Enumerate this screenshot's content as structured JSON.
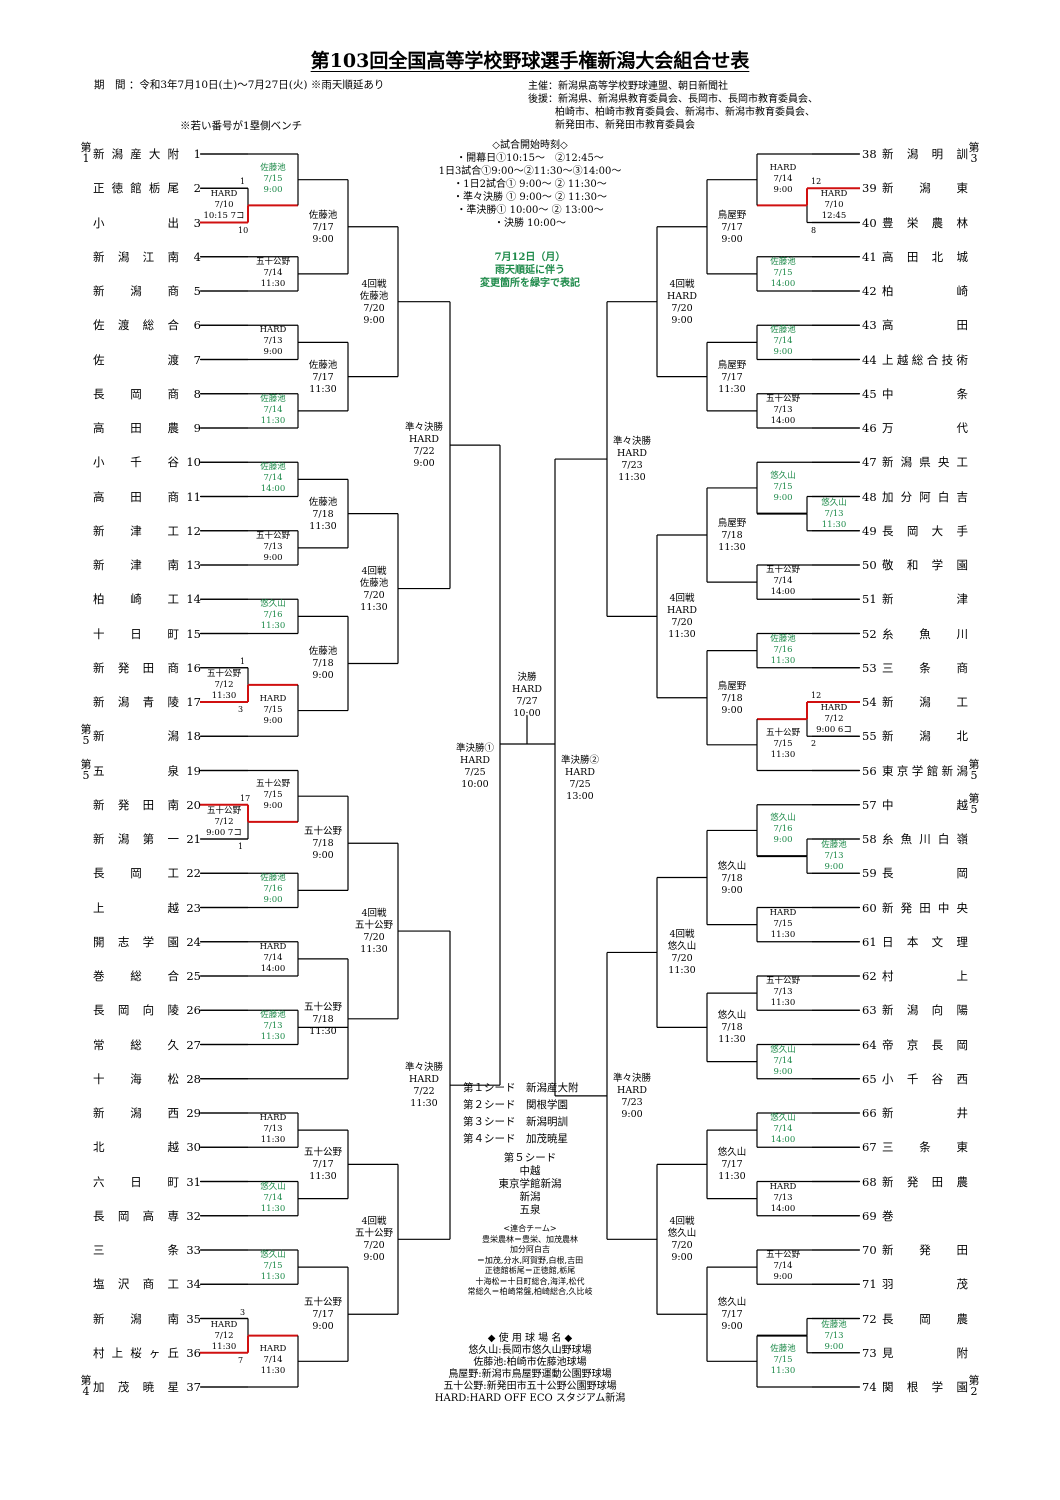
{
  "title": "第103回全国高等学校野球選手権新潟大会組合せ表",
  "period": "期　間 ：令和3年7月10日(土)～7月27日(火)  ※雨天順延あり",
  "bench_note": "※若い番号が1塁側ベンチ",
  "organizers": [
    "主催：新潟県高等学校野球連盟、朝日新聞社",
    "後援：新潟県、新潟県教育委員会、長岡市、長岡市教育委員会、",
    "柏崎市、柏崎市教育委員会、新潟市、新潟市教育委員会、",
    "新発田市、新発田市教育委員会"
  ],
  "start_times": {
    "heading": "◇試合開始時刻◇",
    "lines": [
      "・開幕日①10:15～　②12:45～",
      "1日3試合①9:00～②11:30～③14:00～",
      "・1日2試合①  9:00～ ②  11:30～",
      "・準々決勝 ①  9:00～ ② 11:30～",
      "・準決勝①  10:00～ ②  13:00～",
      "・決勝   10:00～"
    ]
  },
  "notice": [
    "7月12日（月）",
    "雨天順延に伴う",
    "変更箇所を緑字で表記"
  ],
  "colors": {
    "green": "#1e8a4a",
    "red": "#d01010",
    "line": "#000000"
  },
  "left_teams": [
    "新潟産大附",
    "正徳館栃尾",
    "小出",
    "新潟江南",
    "新潟商",
    "佐渡総合",
    "佐渡",
    "長岡商",
    "高田農",
    "小千谷",
    "高田商",
    "新津工",
    "新津南",
    "柏崎工",
    "十日町",
    "新発田商",
    "新潟青陵",
    "新潟",
    "五泉",
    "新発田南",
    "新潟第一",
    "長岡工",
    "上越",
    "開志学園",
    "巻総合",
    "長岡向陵",
    "常総久",
    "十海松",
    "新潟西",
    "北越",
    "六日町",
    "長岡高専",
    "三条",
    "塩沢商工",
    "新潟南",
    "村上桜ヶ丘",
    "加茂暁星"
  ],
  "right_teams": [
    "新潟明訓",
    "新潟東",
    "豊栄農林",
    "高田北城",
    "柏崎",
    "高田",
    "上越総合技術",
    "中条",
    "万代",
    "新潟県央工",
    "加分阿白吉",
    "長岡大手",
    "敬和学園",
    "新津",
    "糸魚川",
    "三条商",
    "新潟工",
    "新潟北",
    "東京学館新潟",
    "中越",
    "糸魚川白嶺",
    "長岡",
    "新発田中央",
    "日本文理",
    "村上",
    "新潟向陽",
    "帝京長岡",
    "小千谷西",
    "新井",
    "三条東",
    "新発田農",
    "巻",
    "新発田",
    "羽茂",
    "長岡農",
    "見附",
    "関根学園"
  ],
  "seeds": {
    "left": [
      {
        "team": 1,
        "label": "第1"
      },
      {
        "team": 18,
        "label": "第5"
      },
      {
        "team": 19,
        "label": "第5"
      },
      {
        "team": 37,
        "label": "第4"
      }
    ],
    "right": [
      {
        "team": 38,
        "label": "第3"
      },
      {
        "team": 56,
        "label": "第5"
      },
      {
        "team": 57,
        "label": "第5"
      },
      {
        "team": 74,
        "label": "第2"
      }
    ]
  },
  "left_r1": [
    {
      "a": 2,
      "b": 3,
      "lines": [
        "HARD",
        "7/10",
        "10:15 7コ"
      ],
      "g": false,
      "sa": "1",
      "sb": "10",
      "win": "b"
    },
    {
      "a": 16,
      "b": 17,
      "lines": [
        "五十公野",
        "7/12",
        "11:30"
      ],
      "g": false,
      "sa": "1",
      "sb": "3",
      "win": "b"
    },
    {
      "a": 20,
      "b": 21,
      "lines": [
        "五十公野",
        "7/12",
        "9:00 7コ"
      ],
      "g": false,
      "sa": "17",
      "sb": "1",
      "win": "a"
    },
    {
      "a": 35,
      "b": 36,
      "lines": [
        "HARD",
        "7/12",
        "11:30"
      ],
      "g": false,
      "sa": "3",
      "sb": "7",
      "win": "b"
    }
  ],
  "right_r1": [
    {
      "a": 39,
      "b": 40,
      "lines": [
        "HARD",
        "7/10",
        "12:45"
      ],
      "g": false,
      "sa": "12",
      "sb": "8",
      "win": "a"
    },
    {
      "a": 48,
      "b": 49,
      "lines": [
        "悠久山",
        "7/13",
        "11:30"
      ],
      "g": true,
      "sa": "",
      "sb": "",
      "win": ""
    },
    {
      "a": 54,
      "b": 55,
      "lines": [
        "HARD",
        "7/12",
        "9:00  6コ"
      ],
      "g": false,
      "sa": "12",
      "sb": "2",
      "win": "a"
    },
    {
      "a": 58,
      "b": 59,
      "lines": [
        "佐藤池",
        "7/13",
        "9:00"
      ],
      "g": true,
      "sa": "",
      "sb": "",
      "win": ""
    },
    {
      "a": 72,
      "b": 73,
      "lines": [
        "佐藤池",
        "7/13",
        "9:00"
      ],
      "g": true,
      "sa": "",
      "sb": "",
      "win": ""
    }
  ],
  "left_r2": [
    {
      "a": 1,
      "b": [
        2,
        3
      ],
      "lines": [
        "佐藤池",
        "7/15",
        "9:00"
      ],
      "g": true
    },
    {
      "a": 4,
      "b": 5,
      "lines": [
        "五十公野",
        "7/14",
        "11:30"
      ],
      "g": false
    },
    {
      "a": 6,
      "b": 7,
      "lines": [
        "HARD",
        "7/13",
        "9:00"
      ],
      "g": false
    },
    {
      "a": 8,
      "b": 9,
      "lines": [
        "佐藤池",
        "7/14",
        "11:30"
      ],
      "g": true
    },
    {
      "a": 10,
      "b": 11,
      "lines": [
        "佐藤池",
        "7/14",
        "14:00"
      ],
      "g": true
    },
    {
      "a": 12,
      "b": 13,
      "lines": [
        "五十公野",
        "7/13",
        "9:00"
      ],
      "g": false
    },
    {
      "a": 14,
      "b": 15,
      "lines": [
        "悠久山",
        "7/16",
        "11:30"
      ],
      "g": true
    },
    {
      "a": [
        16,
        17
      ],
      "b": 18,
      "lines": [
        "HARD",
        "7/15",
        "9:00"
      ],
      "g": false
    },
    {
      "a": 19,
      "b": [
        20,
        21
      ],
      "lines": [
        "五十公野",
        "7/15",
        "9:00"
      ],
      "g": false
    },
    {
      "a": 22,
      "b": 23,
      "lines": [
        "佐藤池",
        "7/16",
        "9:00"
      ],
      "g": true
    },
    {
      "a": 24,
      "b": 25,
      "lines": [
        "HARD",
        "7/14",
        "14:00"
      ],
      "g": false
    },
    {
      "a": 26,
      "b": 27,
      "lines": [
        "佐藤池",
        "7/13",
        "11:30"
      ],
      "g": true
    },
    {
      "a": 29,
      "b": 30,
      "lines": [
        "HARD",
        "7/13",
        "11:30"
      ],
      "g": false
    },
    {
      "a": 31,
      "b": 32,
      "lines": [
        "悠久山",
        "7/14",
        "11:30"
      ],
      "g": true
    },
    {
      "a": 33,
      "b": 34,
      "lines": [
        "悠久山",
        "7/15",
        "11:30"
      ],
      "g": true
    },
    {
      "a": [
        35,
        36
      ],
      "b": 37,
      "lines": [
        "HARD",
        "7/14",
        "11:30"
      ],
      "g": false
    }
  ],
  "right_r2": [
    {
      "a": 38,
      "b": [
        39,
        40
      ],
      "lines": [
        "HARD",
        "7/14",
        "9:00"
      ],
      "g": false
    },
    {
      "a": 41,
      "b": 42,
      "lines": [
        "佐藤池",
        "7/15",
        "14:00"
      ],
      "g": true
    },
    {
      "a": 43,
      "b": 44,
      "lines": [
        "佐藤池",
        "7/14",
        "9:00"
      ],
      "g": true
    },
    {
      "a": 45,
      "b": 46,
      "lines": [
        "五十公野",
        "7/13",
        "14:00"
      ],
      "g": false
    },
    {
      "a": 47,
      "b": [
        48,
        49
      ],
      "lines": [
        "悠久山",
        "7/15",
        "9:00"
      ],
      "g": true
    },
    {
      "a": 50,
      "b": 51,
      "lines": [
        "五十公野",
        "7/14",
        "14:00"
      ],
      "g": false
    },
    {
      "a": 52,
      "b": 53,
      "lines": [
        "佐藤池",
        "7/16",
        "11:30"
      ],
      "g": true
    },
    {
      "a": [
        54,
        55
      ],
      "b": 56,
      "lines": [
        "五十公野",
        "7/15",
        "11:30"
      ],
      "g": false
    },
    {
      "a": 57,
      "b": [
        58,
        59
      ],
      "lines": [
        "悠久山",
        "7/16",
        "9:00"
      ],
      "g": true
    },
    {
      "a": 60,
      "b": 61,
      "lines": [
        "HARD",
        "7/15",
        "11:30"
      ],
      "g": false
    },
    {
      "a": 62,
      "b": 63,
      "lines": [
        "五十公野",
        "7/13",
        "11:30"
      ],
      "g": false
    },
    {
      "a": 64,
      "b": 65,
      "lines": [
        "悠久山",
        "7/14",
        "9:00"
      ],
      "g": true
    },
    {
      "a": 66,
      "b": 67,
      "lines": [
        "悠久山",
        "7/14",
        "14:00"
      ],
      "g": true
    },
    {
      "a": 68,
      "b": 69,
      "lines": [
        "HARD",
        "7/13",
        "14:00"
      ],
      "g": false
    },
    {
      "a": 70,
      "b": 71,
      "lines": [
        "五十公野",
        "7/14",
        "9:00"
      ],
      "g": false
    },
    {
      "a": [
        72,
        73
      ],
      "b": 74,
      "lines": [
        "佐藤池",
        "7/15",
        "11:30"
      ],
      "g": true
    }
  ],
  "left_r3": [
    {
      "lines": [
        "佐藤池",
        "7/17",
        "9:00"
      ]
    },
    {
      "lines": [
        "佐藤池",
        "7/17",
        "11:30"
      ]
    },
    {
      "lines": [
        "佐藤池",
        "7/18",
        "11:30"
      ]
    },
    {
      "lines": [
        "佐藤池",
        "7/18",
        "9:00"
      ]
    },
    {
      "lines": [
        "五十公野",
        "7/18",
        "9:00"
      ]
    },
    {
      "lines": [
        "五十公野",
        "7/18",
        "11:30"
      ],
      "extra": 28
    },
    {
      "lines": [
        "五十公野",
        "7/17",
        "11:30"
      ]
    },
    {
      "lines": [
        "五十公野",
        "7/17",
        "9:00"
      ]
    }
  ],
  "right_r3": [
    {
      "lines": [
        "鳥屋野",
        "7/17",
        "9:00"
      ]
    },
    {
      "lines": [
        "鳥屋野",
        "7/17",
        "11:30"
      ]
    },
    {
      "lines": [
        "鳥屋野",
        "7/18",
        "11:30"
      ]
    },
    {
      "lines": [
        "鳥屋野",
        "7/18",
        "9:00"
      ]
    },
    {
      "lines": [
        "悠久山",
        "7/18",
        "9:00"
      ]
    },
    {
      "lines": [
        "悠久山",
        "7/18",
        "11:30"
      ]
    },
    {
      "lines": [
        "悠久山",
        "7/17",
        "11:30"
      ]
    },
    {
      "lines": [
        "悠久山",
        "7/17",
        "9:00"
      ]
    }
  ],
  "left_r4": [
    {
      "lines": [
        "4回戦",
        "佐藤池",
        "7/20",
        "9:00"
      ]
    },
    {
      "lines": [
        "4回戦",
        "佐藤池",
        "7/20",
        "11:30"
      ]
    },
    {
      "lines": [
        "4回戦",
        "五十公野",
        "7/20",
        "11:30"
      ]
    },
    {
      "lines": [
        "4回戦",
        "五十公野",
        "7/20",
        "9:00"
      ]
    }
  ],
  "right_r4": [
    {
      "lines": [
        "4回戦",
        "HARD",
        "7/20",
        "9:00"
      ]
    },
    {
      "lines": [
        "4回戦",
        "HARD",
        "7/20",
        "11:30"
      ]
    },
    {
      "lines": [
        "4回戦",
        "悠久山",
        "7/20",
        "11:30"
      ]
    },
    {
      "lines": [
        "4回戦",
        "悠久山",
        "7/20",
        "9:00"
      ]
    }
  ],
  "left_qf": [
    {
      "lines": [
        "準々決勝",
        "HARD",
        "7/22",
        "9:00"
      ]
    },
    {
      "lines": [
        "準々決勝",
        "HARD",
        "7/22",
        "11:30"
      ]
    }
  ],
  "right_qf": [
    {
      "lines": [
        "準々決勝",
        "HARD",
        "7/23",
        "11:30"
      ]
    },
    {
      "lines": [
        "準々決勝",
        "HARD",
        "7/23",
        "9:00"
      ]
    }
  ],
  "left_sf": {
    "lines": [
      "準決勝①",
      "HARD",
      "7/25",
      "10:00"
    ]
  },
  "right_sf": {
    "lines": [
      "準決勝②",
      "HARD",
      "7/25",
      "13:00"
    ]
  },
  "final": {
    "lines": [
      "決勝",
      "HARD",
      "7/27",
      "10:00"
    ]
  },
  "seeds_list": [
    "第１シード　新潟産大附",
    "第２シード　関根学園",
    "第３シード　新潟明訓",
    "第４シード　加茂暁星",
    "第５シード",
    "中越",
    "東京学館新潟",
    "新潟",
    "五泉"
  ],
  "joint_teams": [
    "<連合チーム>",
    "豊栄農林＝豊栄、加茂農林",
    "加分阿白吉",
    "＝加茂,分水,阿賀野,白根,吉田",
    "正徳館栃尾＝正徳館,栃尾",
    "十海松＝十日町総合,海洋,松代",
    "常総久＝柏崎常盤,柏崎総合,久比岐"
  ],
  "venues": [
    "◆ 使 用 球 場 名 ◆",
    "悠久山:長岡市悠久山野球場",
    "佐藤池:柏崎市佐藤池球場",
    "鳥屋野:新潟市鳥屋野運動公園野球場",
    "五十公野:新発田市五十公野公園野球場",
    "HARD:HARD OFF ECO スタジアム新潟"
  ]
}
